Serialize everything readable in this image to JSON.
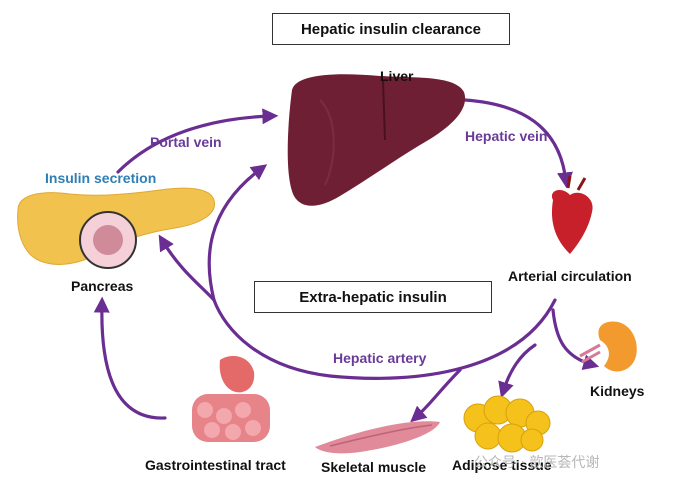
{
  "title": "Hepatic insulin clearance",
  "subtitle_box": "Extra-hepatic insulin",
  "organs": {
    "liver": "Liver",
    "pancreas": "Pancreas",
    "arterial": "Arterial circulation",
    "kidneys": "Kidneys",
    "adipose": "Adipose tissue",
    "skeletal": "Skeletal muscle",
    "gi": "Gastrointestinal tract"
  },
  "vessels": {
    "portal_vein": "Portal vein",
    "hepatic_vein": "Hepatic vein",
    "hepatic_artery": "Hepatic artery"
  },
  "process": {
    "insulin_secretion": "Insulin secretion"
  },
  "watermark": "公众号 · 歆医荟代谢",
  "colors": {
    "arrow": "#6a2d91",
    "liver": "#6e1f34",
    "pancreas": "#f2c24f",
    "fat": "#f5c21b",
    "muscle": "#e08a9a",
    "heart": "#c8202a"
  }
}
